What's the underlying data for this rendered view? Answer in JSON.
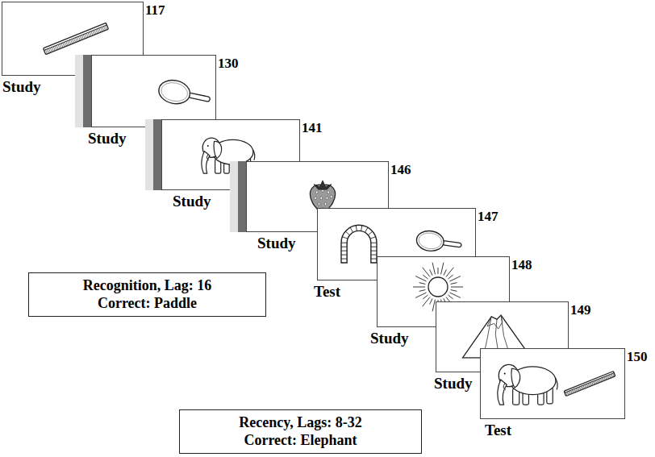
{
  "diagram": {
    "nodes": [
      {
        "text": [
          "117",
          "Study"
        ]
      },
      {
        "text": [
          "130",
          "Study"
        ]
      },
      {
        "text": [
          "141",
          "Study"
        ]
      },
      {
        "text": [
          "146",
          "Study"
        ]
      },
      {
        "text": [
          "147",
          "Test"
        ]
      },
      {
        "text": [
          "148",
          "Study"
        ]
      },
      {
        "text": [
          "149",
          "Study"
        ]
      },
      {
        "text": [
          "150",
          "Test"
        ]
      },
      {
        "text": [
          "Recognition, Lag: 16",
          "Correct: Paddle"
        ]
      },
      {
        "text": [
          "Recency, Lags: 8-32",
          "Correct: Elephant"
        ]
      }
    ]
  }
}
